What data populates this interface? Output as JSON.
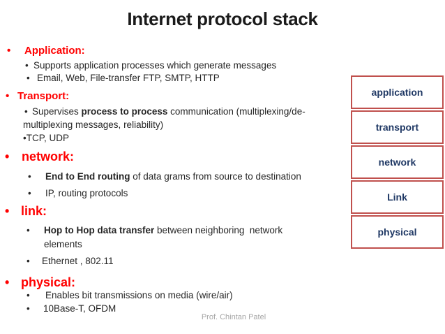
{
  "title": "Internet protocol stack",
  "footer": "Prof. Chintan Patel",
  "colors": {
    "heading_red": "#ff0000",
    "body_text": "#262626",
    "box_border": "#c0504d",
    "box_text": "#1f3864",
    "footer_gray": "#a6a6a6",
    "title_black": "#1a1a1a"
  },
  "content": {
    "lines": [
      {
        "text": "Application:"
      },
      {
        "text": "Supports application processes which generate messages"
      },
      {
        "text": "Email, Web, File-transfer FTP, SMTP, HTTP"
      },
      {
        "text": "Transport:"
      },
      {
        "pre": "Supervises ",
        "bold": "process to process",
        "post": " communication (multiplexing/de-"
      },
      {
        "text": "multiplexing messages, reliability)"
      },
      {
        "text": "•TCP, UDP"
      },
      {
        "text": "network:"
      },
      {
        "bold": "End to End routing",
        "post": " of data grams from source to destination"
      },
      {
        "text": "IP, routing protocols"
      },
      {
        "text": "link:"
      },
      {
        "bold": "Hop to Hop data transfer",
        "post": " between neighboring  network"
      },
      {
        "text": "elements"
      },
      {
        "text": "Ethernet , 802.11"
      },
      {
        "text": "physical:"
      },
      {
        "text": "Enables bit transmissions on media (wire/air)"
      },
      {
        "text": "10Base-T, OFDM"
      }
    ]
  },
  "stack_diagram": {
    "layers": [
      "application",
      "transport",
      "network",
      "Link",
      "physical"
    ]
  }
}
